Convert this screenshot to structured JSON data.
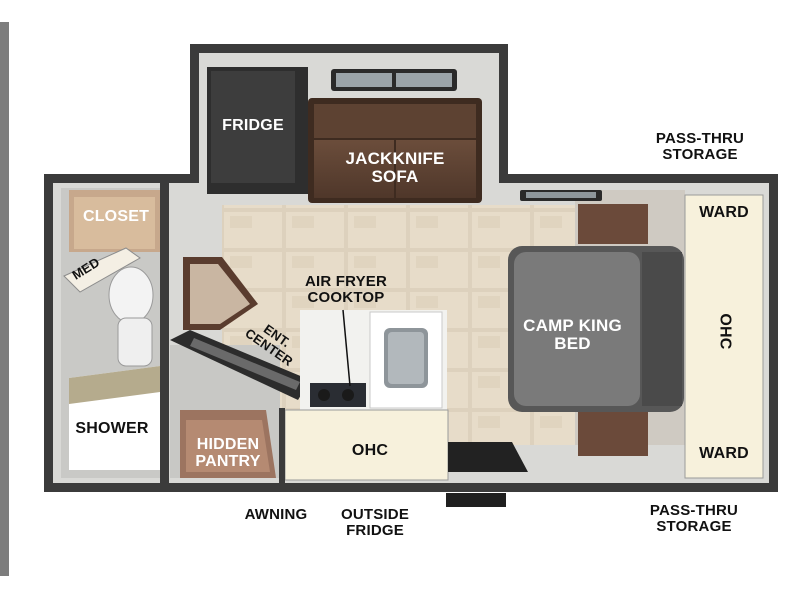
{
  "floorplan": {
    "rooms": {
      "fridge": "FRIDGE",
      "sofa": [
        "JACKKNIFE",
        "SOFA"
      ],
      "closet": "CLOSET",
      "med": "MED",
      "shower": "SHOWER",
      "hidden_pantry": [
        "HIDDEN",
        "PANTRY"
      ],
      "ohc_kitchen": "OHC",
      "cooktop": [
        "AIR FRYER",
        "COOKTOP"
      ],
      "ent_center": [
        "ENT.",
        "CENTER"
      ],
      "bed": [
        "CAMP KING",
        "BED"
      ],
      "ward_top": "WARD",
      "ward_bottom": "WARD",
      "ohc_bedroom": "OHC"
    },
    "exterior": {
      "pass_thru_top": [
        "PASS-THRU",
        "STORAGE"
      ],
      "pass_thru_bottom": [
        "PASS-THRU",
        "STORAGE"
      ],
      "awning": "AWNING",
      "outside_fridge": [
        "OUTSIDE",
        "FRIDGE"
      ]
    }
  }
}
